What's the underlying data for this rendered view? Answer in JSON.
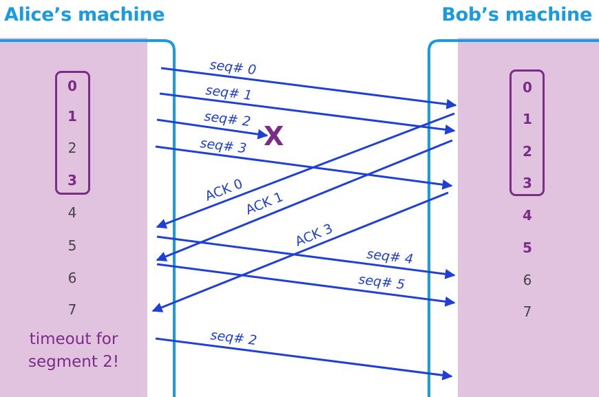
{
  "titles": {
    "alice": "Alice’s machine",
    "bob": "Bob’s machine"
  },
  "alice_sequence": [
    "0",
    "1",
    "2",
    "3",
    "4",
    "5",
    "6",
    "7"
  ],
  "bob_sequence": [
    "0",
    "1",
    "2",
    "3",
    "4",
    "5",
    "6",
    "7"
  ],
  "timeout_text": [
    "timeout for",
    "segment 2!"
  ],
  "messages": [
    {
      "label": "seq# 0",
      "direction": "alice-to-bob"
    },
    {
      "label": "seq# 1",
      "direction": "alice-to-bob"
    },
    {
      "label": "seq# 2",
      "direction": "alice-to-bob",
      "lost": true
    },
    {
      "label": "seq# 3",
      "direction": "alice-to-bob"
    },
    {
      "label": "ACK 0",
      "direction": "bob-to-alice"
    },
    {
      "label": "ACK 1",
      "direction": "bob-to-alice"
    },
    {
      "label": "ACK 3",
      "direction": "bob-to-alice"
    },
    {
      "label": "seq# 4",
      "direction": "alice-to-bob"
    },
    {
      "label": "seq# 5",
      "direction": "alice-to-bob"
    },
    {
      "label": "seq# 2",
      "direction": "alice-to-bob"
    }
  ],
  "loss_marker": "X",
  "colors": {
    "title": "#1a9be0",
    "panel": "#e2c3df",
    "arrow": "#1f3fd6",
    "highlight": "#7a2c86",
    "wire": "#1a9be0"
  }
}
